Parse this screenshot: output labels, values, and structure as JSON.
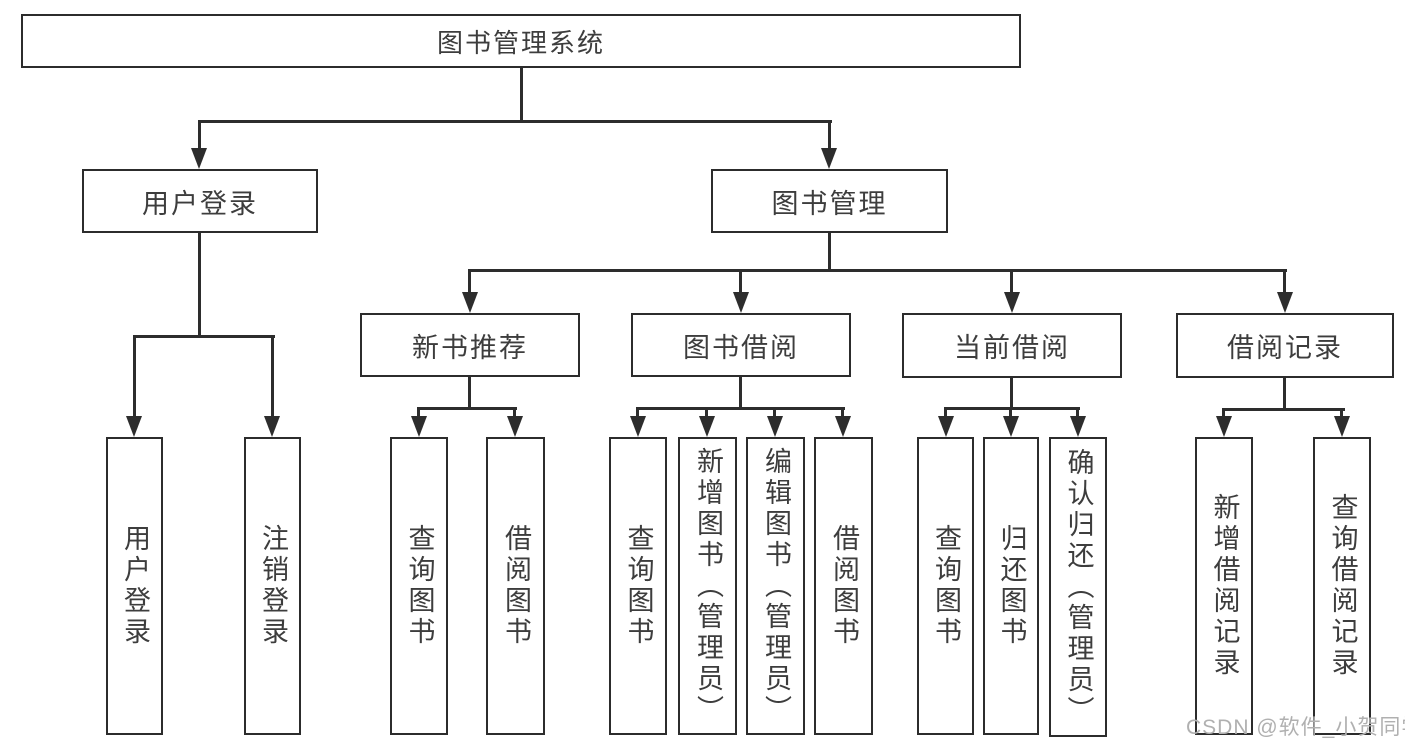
{
  "diagram": {
    "root": {
      "label": "图书管理系统"
    },
    "level1": [
      {
        "label": "用户登录"
      },
      {
        "label": "图书管理"
      }
    ],
    "level2": [
      {
        "label": "新书推荐"
      },
      {
        "label": "图书借阅"
      },
      {
        "label": "当前借阅"
      },
      {
        "label": "借阅记录"
      }
    ],
    "groups": {
      "user": [
        "用户登录",
        "注销登录"
      ],
      "recommend": [
        "查询图书",
        "借阅图书"
      ],
      "borrow": [
        "查询图书",
        "新增图书（管理员）",
        "编辑图书（管理员）",
        "借阅图书"
      ],
      "current": [
        "查询图书",
        "归还图书",
        "确认归还（管理员）"
      ],
      "records": [
        "新增借阅记录",
        "查询借阅记录"
      ]
    }
  },
  "watermark": {
    "text": "CSDN @软件_小贺同学"
  },
  "colors": {
    "line": "#2d2d2d",
    "box_border": "#2c2c2c",
    "box_fill": "#ffffff",
    "text": "#3d3d3d",
    "watermark": "#b0b0b0",
    "background": "#ffffff"
  }
}
